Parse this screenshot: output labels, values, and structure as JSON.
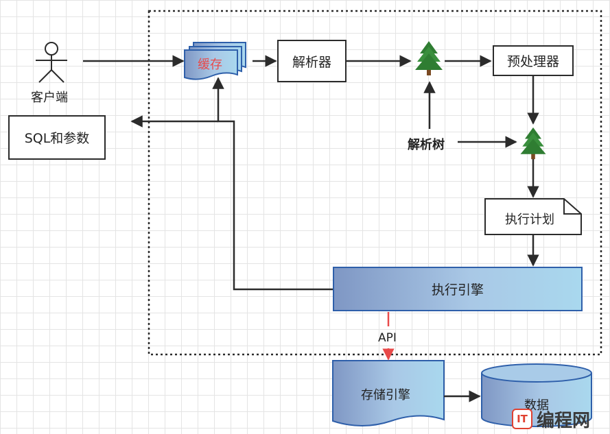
{
  "client": {
    "label": "客户端"
  },
  "sql_box": {
    "label": "SQL和参数"
  },
  "cache": {
    "label": "缓存",
    "label_color": "#e84a4a"
  },
  "parser": {
    "label": "解析器"
  },
  "preprocessor": {
    "label": "预处理器"
  },
  "parse_tree": {
    "label": "解析树"
  },
  "exec_plan": {
    "label": "执行计划"
  },
  "exec_engine": {
    "label": "执行引擎"
  },
  "api": {
    "label": "API",
    "arrow_color": "#e84a4a"
  },
  "storage_engine": {
    "label": "存储引擎"
  },
  "data_store": {
    "label": "数据"
  },
  "watermark": {
    "logo_text": "编程网",
    "logo_mark": "IT"
  },
  "icons": [
    "actor-icon",
    "tree-icon"
  ],
  "colors": {
    "accent_blue": "#2e5faa",
    "stroke": "#2b2b2b",
    "red": "#e84a4a"
  }
}
